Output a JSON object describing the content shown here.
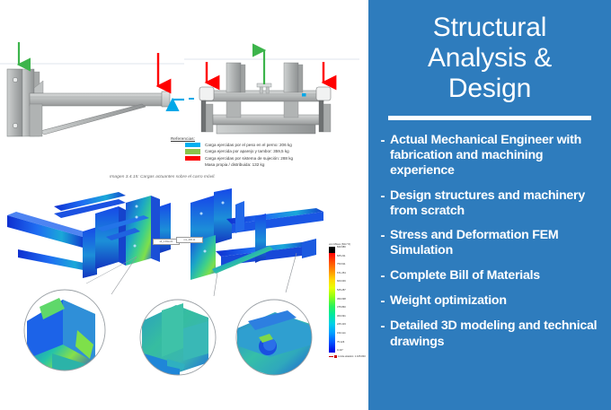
{
  "headline": {
    "line1": "Structural",
    "line2": "Analysis &",
    "line3": "Design"
  },
  "bullets": [
    {
      "marker": "-",
      "text": "Actual Mechanical Engineer with fabrication and machining experience"
    },
    {
      "marker": "-",
      "text": "Design structures and machinery from scratch"
    },
    {
      "marker": "-",
      "text": "Stress and Deformation FEM Simulation"
    },
    {
      "marker": "-",
      "text": "Complete Bill of Materials"
    },
    {
      "marker": "-",
      "text": "Weight optimization"
    },
    {
      "marker": "-",
      "text": "Detailed 3D modeling and technical drawings"
    }
  ],
  "colors": {
    "panel_blue": "#2e7cbd",
    "panel_text": "#ffffff",
    "load_blue": "#00b0f0",
    "load_green": "#66cc33",
    "load_red": "#ff0000"
  },
  "references": {
    "title": "Referencias:",
    "items": [
      {
        "swatch": "#00b0f0",
        "text": "Carga ejercidas por el peso en el perno: 206 kg"
      },
      {
        "swatch": "#8ac44a",
        "text": "Carga ejercida por aparejo y tambor: 359,5 kg"
      },
      {
        "swatch": "#ff0000",
        "text": "Carga ejercidas por sistema de sujeción: 288 kg"
      },
      {
        "swatch": "none",
        "text": "Masa propia / distribuida: 132 kg"
      }
    ]
  },
  "figure_caption": "Imagen 3.4.15: Cargas actuantes sobre el carro móvil.",
  "stress_legend": {
    "title": "von Mises (N/m^2)",
    "ticks": [
      "840.980",
      "825.211",
      "750.611",
      "671.254",
      "600.046",
      "525.287",
      "450.098",
      "375.860",
      "300.091",
      "225.103",
      "150.114",
      "75.126",
      "0,137"
    ],
    "yield_label": "Límite elástico: 1.105.840"
  },
  "annotation_labels": {
    "left_view": "sd_1.00e+01",
    "right_view": "mx_206.11"
  }
}
